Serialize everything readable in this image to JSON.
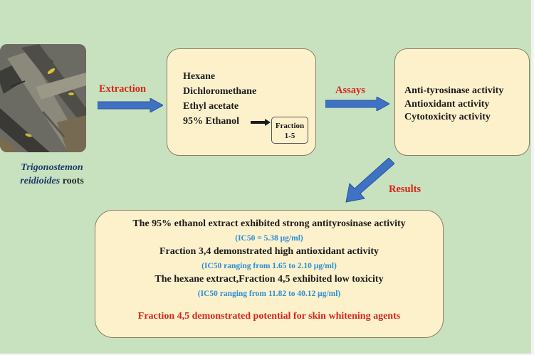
{
  "source_caption": {
    "species": "Trigonostemon reidioides",
    "species_line1": "Trigonostemon",
    "species_line2": "reidioides",
    "part": "roots"
  },
  "steps": {
    "extraction": "Extraction",
    "assays": "Assays",
    "results": "Results"
  },
  "solvents": [
    "Hexane",
    "Dichloromethane",
    "Ethyl acetate",
    "95% Ethanol"
  ],
  "fraction": {
    "line1": "Fraction",
    "line2": "1-5"
  },
  "assays_list": [
    "Anti-tyrosinase activity",
    "Antioxidant activity",
    "Cytotoxicity activity"
  ],
  "results": [
    {
      "finding": "The 95% ethanol extract exhibited strong antityrosinase activity",
      "detail": "(IC50 = 5.38 μg/ml)"
    },
    {
      "finding": "Fraction 3,4 demonstrated high antioxidant activity",
      "detail": "(IC50 ranging from 1.65 to 2.10 μg/ml)"
    },
    {
      "finding": "The hexane extract,Fraction 4,5 exhibited low toxicity",
      "detail": "(IC50 ranging from 11.82 to 40.12 μg/ml)"
    }
  ],
  "conclusion": "Fraction 4,5 demonstrated potential for skin whitening agents",
  "colors": {
    "background": "#c8e2bf",
    "box_fill": "#fdf1cc",
    "arrow": "#3f72c4",
    "step_label": "#d9241b",
    "ic50_text": "#2a8fd6"
  }
}
